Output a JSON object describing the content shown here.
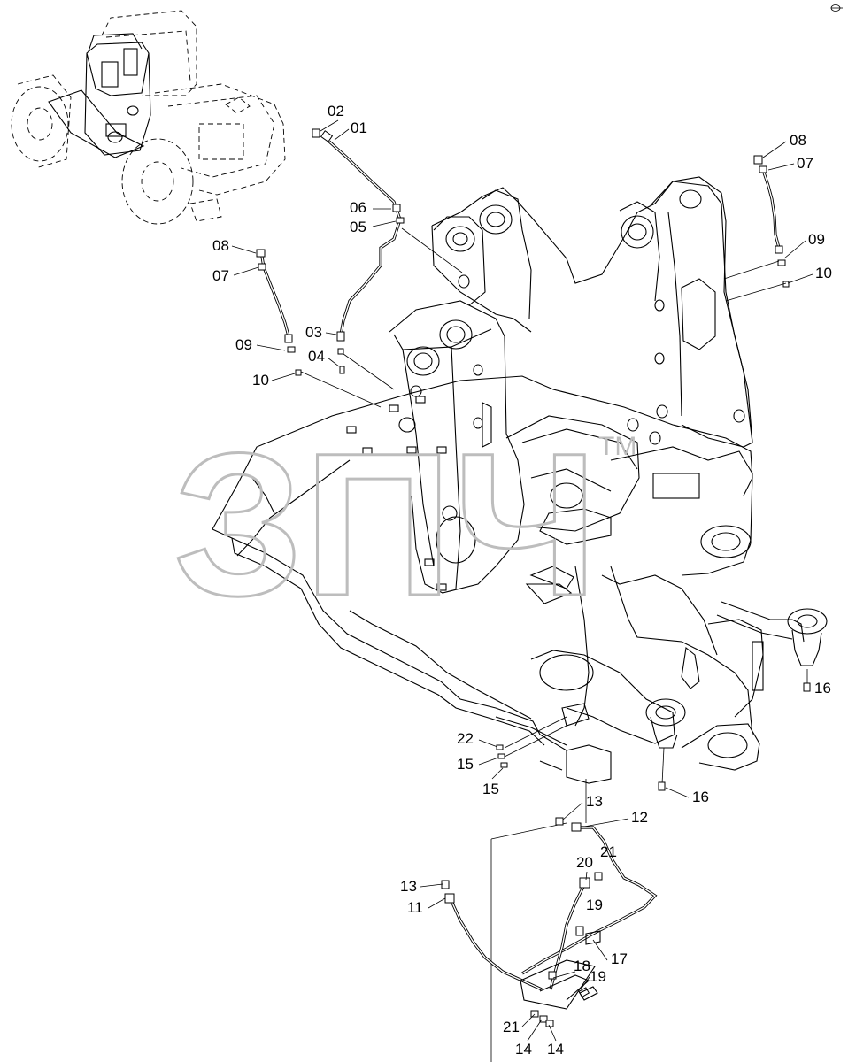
{
  "callouts": [
    {
      "id": "c02",
      "text": "02"
    },
    {
      "id": "c01",
      "text": "01"
    },
    {
      "id": "c06",
      "text": "06"
    },
    {
      "id": "c05",
      "text": "05"
    },
    {
      "id": "c03",
      "text": "03"
    },
    {
      "id": "c04",
      "text": "04"
    },
    {
      "id": "c08a",
      "text": "08"
    },
    {
      "id": "c07a",
      "text": "07"
    },
    {
      "id": "c09a",
      "text": "09"
    },
    {
      "id": "c10a",
      "text": "10"
    },
    {
      "id": "c08b",
      "text": "08"
    },
    {
      "id": "c07b",
      "text": "07"
    },
    {
      "id": "c09b",
      "text": "09"
    },
    {
      "id": "c10b",
      "text": "10"
    },
    {
      "id": "c16a",
      "text": "16"
    },
    {
      "id": "c16b",
      "text": "16"
    },
    {
      "id": "c22",
      "text": "22"
    },
    {
      "id": "c15a",
      "text": "15"
    },
    {
      "id": "c15b",
      "text": "15"
    },
    {
      "id": "c13a",
      "text": "13"
    },
    {
      "id": "c12",
      "text": "12"
    },
    {
      "id": "c20",
      "text": "20"
    },
    {
      "id": "c21a",
      "text": "21"
    },
    {
      "id": "c13b",
      "text": "13"
    },
    {
      "id": "c11",
      "text": "11"
    },
    {
      "id": "c19a",
      "text": "19"
    },
    {
      "id": "c17",
      "text": "17"
    },
    {
      "id": "c18",
      "text": "18"
    },
    {
      "id": "c19b",
      "text": "19"
    },
    {
      "id": "c21b",
      "text": "21"
    },
    {
      "id": "c14a",
      "text": "14"
    },
    {
      "id": "c14b",
      "text": "14"
    }
  ],
  "watermark": {
    "text": "ЗПЧ",
    "trademark": "TM"
  }
}
